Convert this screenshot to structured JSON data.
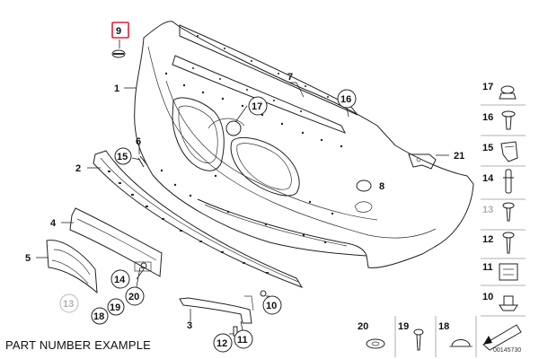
{
  "caption": "PART NUMBER EXAMPLE",
  "diagram_id": "00145730",
  "labels": {
    "n1": "1",
    "n2": "2",
    "n3": "3",
    "n4": "4",
    "n5": "5",
    "n6": "6",
    "n7": "7",
    "n8": "8",
    "n9": "9",
    "n10": "10",
    "n11": "11",
    "n12": "12",
    "n13": "13",
    "n14": "14",
    "n15": "15",
    "n16": "16",
    "n17": "17",
    "n18": "18",
    "n19": "19",
    "n20": "20",
    "n21": "21"
  },
  "colors": {
    "highlight": "#e0203a",
    "line": "#222222",
    "muted": "#b0b0b0"
  }
}
